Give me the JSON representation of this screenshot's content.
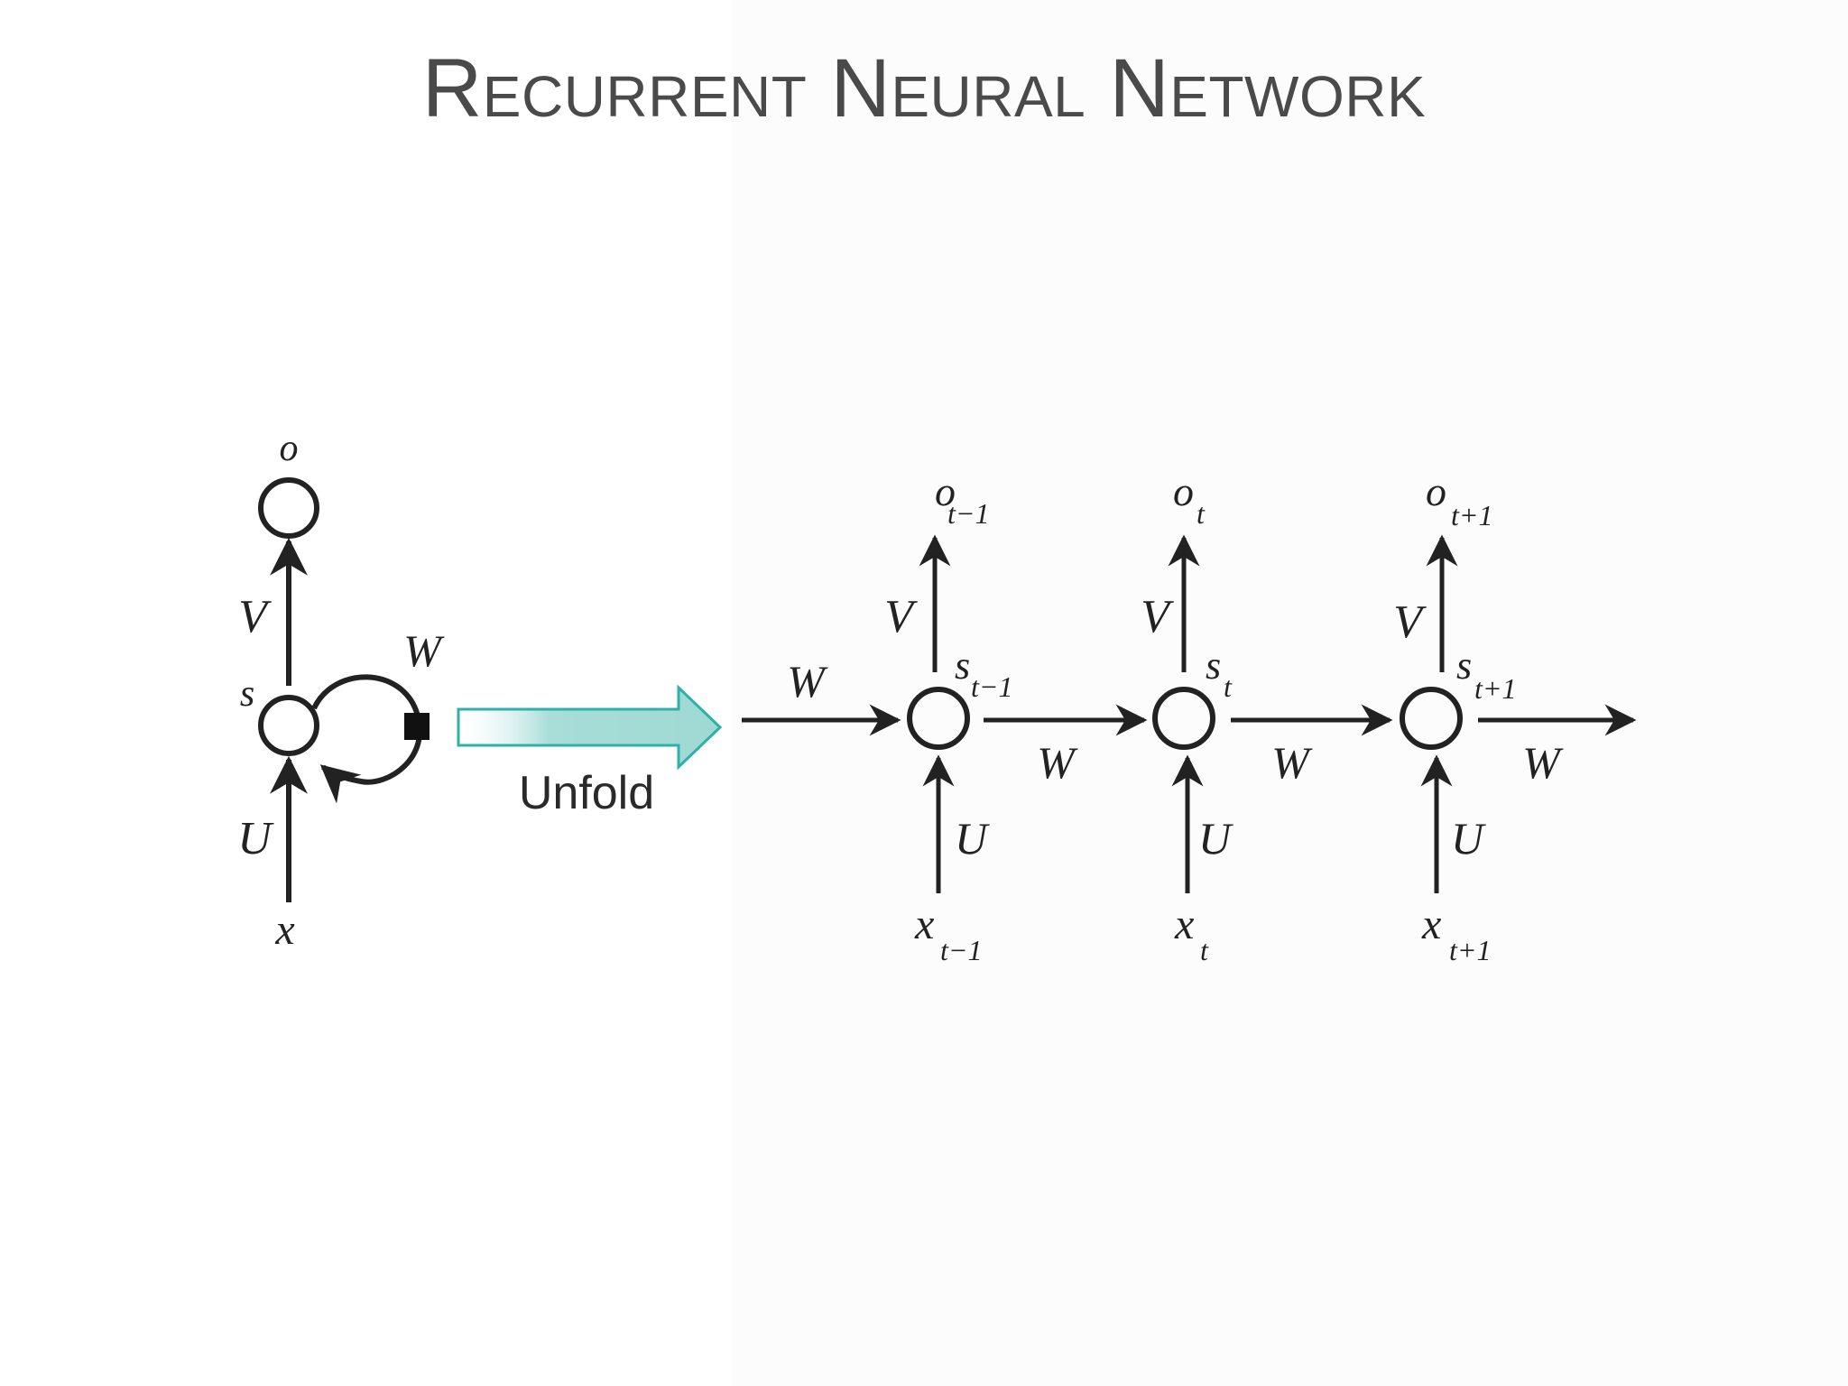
{
  "title": "Recurrent Neural Network",
  "labels": {
    "folded": {
      "o": "o",
      "V": "V",
      "s": "s",
      "W": "W",
      "U": "U",
      "x": "x"
    },
    "unfold": "Unfold",
    "W_in": "W",
    "steps": [
      {
        "o": "o",
        "o_sub": "t−1",
        "V": "V",
        "s": "s",
        "s_sub": "t−1",
        "U": "U",
        "x": "x",
        "x_sub": "t−1",
        "W_out": "W"
      },
      {
        "o": "o",
        "o_sub": "t",
        "V": "V",
        "s": "s",
        "s_sub": "t",
        "U": "U",
        "x": "x",
        "x_sub": "t",
        "W_out": "W"
      },
      {
        "o": "o",
        "o_sub": "t+1",
        "V": "V",
        "s": "s",
        "s_sub": "t+1",
        "U": "U",
        "x": "x",
        "x_sub": "t+1",
        "W_out": "W"
      }
    ]
  },
  "colors": {
    "title": "#4a4a4a",
    "ink": "#222222",
    "unfold_arrow_fill": "#a8ddd8",
    "unfold_arrow_stroke": "#2fb0a8"
  }
}
